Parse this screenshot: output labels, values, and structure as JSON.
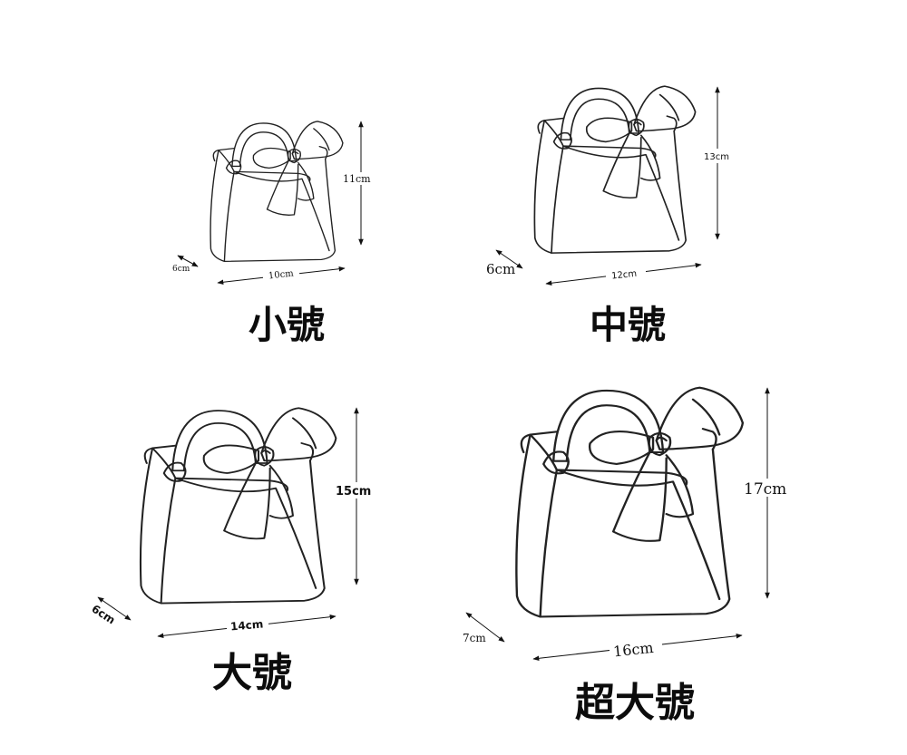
{
  "sizes": [
    {
      "id": "small",
      "title": "小號",
      "height": "11cm",
      "width": "10cm",
      "depth": "6cm"
    },
    {
      "id": "medium",
      "title": "中號",
      "height": "13cm",
      "width": "12cm",
      "depth": "6cm"
    },
    {
      "id": "large",
      "title": "大號",
      "height": "15cm",
      "width": "14cm",
      "depth": "6cm"
    },
    {
      "id": "xlarge",
      "title": "超大號",
      "height": "17cm",
      "width": "16cm",
      "depth": "7cm"
    }
  ]
}
